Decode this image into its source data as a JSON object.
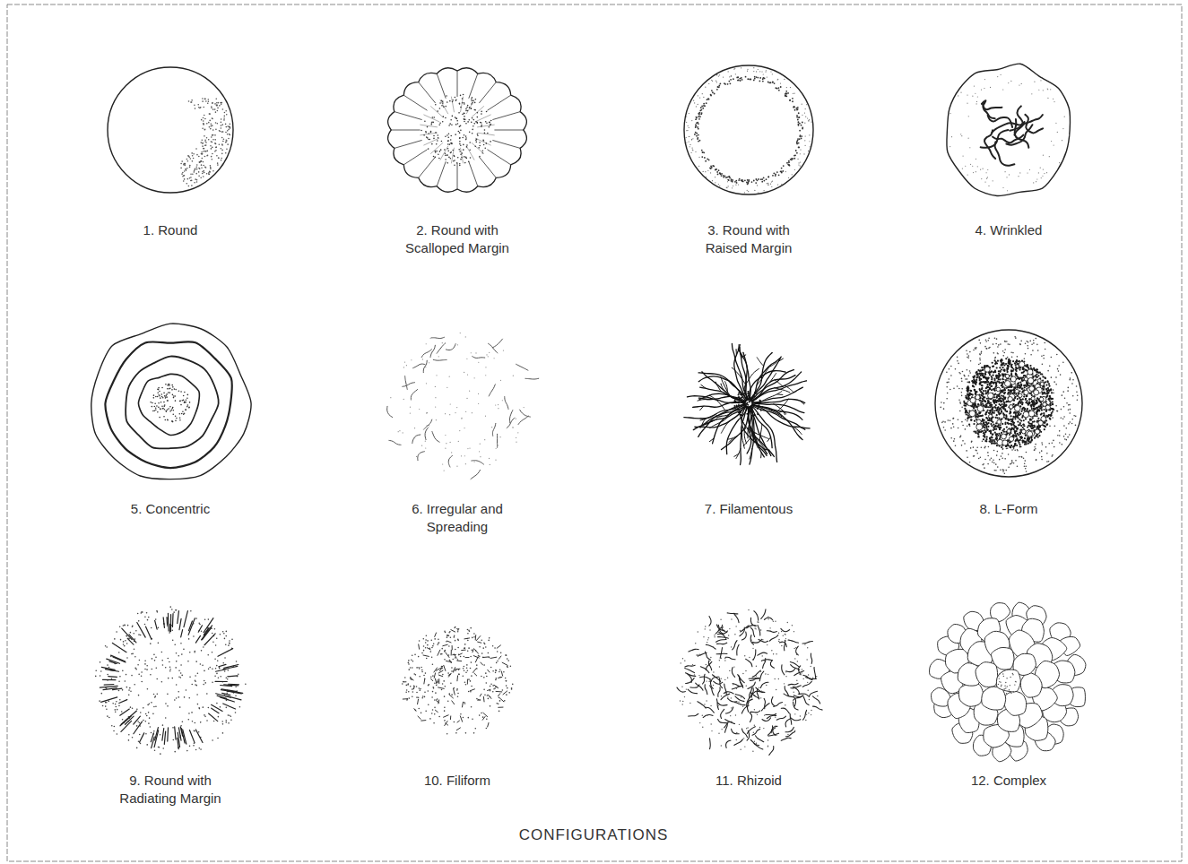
{
  "diagram": {
    "title": "CONFIGURATIONS",
    "labels": [
      "1. Round",
      "2. Round with Scalloped Margin",
      "3. Round with Raised Margin",
      "4. Wrinkled",
      "5. Concentric",
      "6. Irregular and Spreading",
      "7. Filamentous",
      "8. L-Form",
      "9. Round with Radiating Margin",
      "10. Filiform",
      "11. Rhizoid",
      "12. Complex"
    ]
  }
}
